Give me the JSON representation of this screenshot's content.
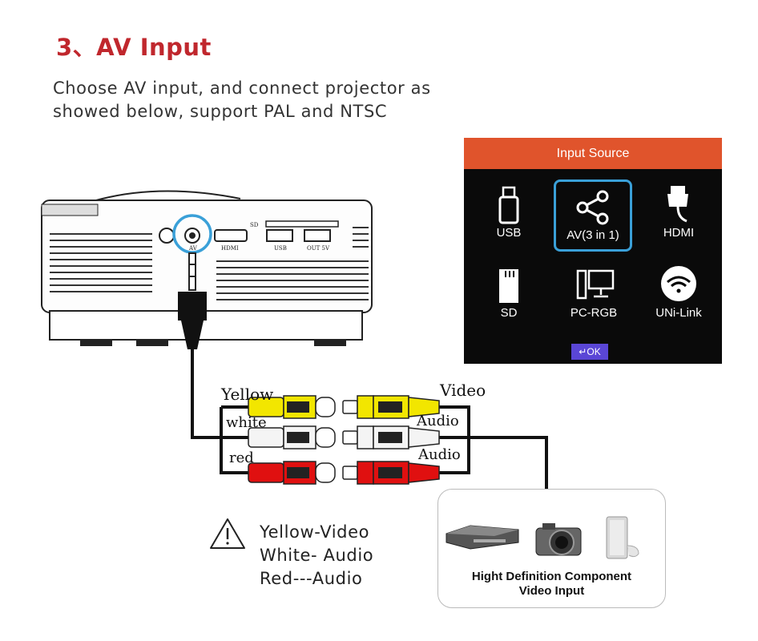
{
  "title": "3、AV Input",
  "intro": {
    "line1": "Choose AV input, and connect projector as",
    "line2": "showed below, support PAL and NTSC"
  },
  "projector": {
    "port_labels": [
      "AV",
      "HDMI",
      "USB",
      "OUT 5V",
      "SD"
    ]
  },
  "menu": {
    "header": "Input Source",
    "sources": [
      {
        "label": "USB",
        "icon": "usb-drive-icon"
      },
      {
        "label": "AV(3 in 1)",
        "icon": "share-nodes-icon",
        "selected": true
      },
      {
        "label": "HDMI",
        "icon": "hdmi-plug-icon"
      },
      {
        "label": "SD",
        "icon": "sd-card-icon"
      },
      {
        "label": "PC-RGB",
        "icon": "computer-icon"
      },
      {
        "label": "UNi-Link",
        "icon": "wifi-icon"
      }
    ],
    "ok_label": "OK",
    "accent": "#e0542c",
    "selected_border": "#3aa0d8"
  },
  "cables": {
    "left": [
      "Yellow",
      "white",
      "red"
    ],
    "right": [
      "Video",
      "Audio",
      "Audio"
    ],
    "colors": {
      "yellow": "#f2e600",
      "white": "#f4f4f4",
      "red": "#e01010"
    }
  },
  "legend": {
    "line1": "Yellow-Video",
    "line2": "White- Audio",
    "line3": "Red---Audio"
  },
  "device_box": {
    "caption_line1": "Hight Definition Component",
    "caption_line2": "Video Input"
  }
}
